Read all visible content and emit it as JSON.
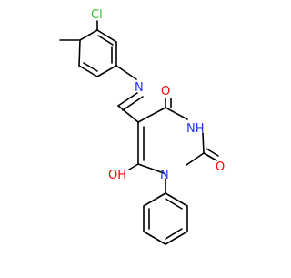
{
  "molecule": {
    "atoms": {
      "chlorine": "Cl",
      "imine_nitrogen": "N",
      "carbonyl_oxygen_top": "O",
      "nh": "NH",
      "carbonyl_oxygen_right": "O",
      "ring_nitrogen": "N",
      "hydroxyl": "OH"
    }
  },
  "colors": {
    "bond": "#000000",
    "nitrogen": "#2233ff",
    "oxygen": "#ff0000",
    "chlorine": "#33bb33"
  }
}
